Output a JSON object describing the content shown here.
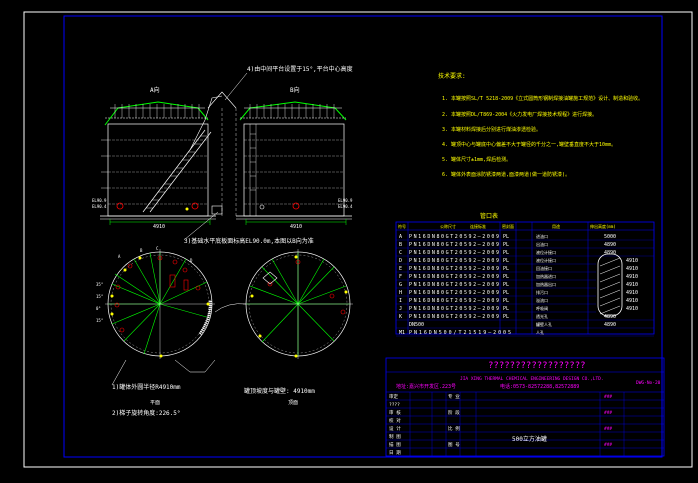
{
  "elevation_views": {
    "left_label": "A向",
    "right_label": "B向",
    "top_note": "4)由中间平台设置于15°,平台中心高度",
    "mid_note": "3)基础水平底板面标高EL90.0m,本图以B向为准",
    "dim_bottom_left": "4910",
    "dim_bottom_right": "4910"
  },
  "plan_views": {
    "left_label": "平面",
    "right_label": "顶面",
    "note1": "1)罐体外圆半径R4910mm",
    "note2": "2)梯子旋转角度:226.5°",
    "right_note": "罐顶坡度与罐壁: 4910mm"
  },
  "tech_notes": {
    "title": "技术要求:",
    "items": [
      "1. 本罐按照SL/T 5218-2009《立式圆筒形钢制焊接油罐施工规范》设计、制造和验收。",
      "2. 本罐按照DL/T869-2004《火力发电厂焊接技术规程》进行焊接。",
      "3. 本罐材料焊接后分别进行煤油渗透检验。",
      "4. 罐顶中心与罐底中心偏差不大于罐径的千分之一,罐壁垂直度不大于10mm。",
      "5. 罐体尺寸±1mm,焊后检测。",
      "6. 罐体外表面涂防锈漆两道,面漆两道(做一道防锈漆)。"
    ]
  },
  "nozzle_table": {
    "title": "管口表",
    "header": [
      "符号",
      "公称尺寸",
      "连接标准",
      "密封面",
      "用途",
      "伸出高度(mm)"
    ],
    "rows": [
      {
        "sym": "A",
        "std": "PN16DN80GT20592—2009",
        "face": "PL",
        "use": "进油口",
        "h": "5000"
      },
      {
        "sym": "B",
        "std": "PN16DN80GT20592—2009",
        "face": "PL",
        "use": "出油口",
        "h": "4890"
      },
      {
        "sym": "C",
        "std": "PN16DN80GT20592—2009",
        "face": "PL",
        "use": "液位计接口",
        "h": "4890"
      },
      {
        "sym": "D",
        "std": "PN16DN80GT20592—2009",
        "face": "PL",
        "use": "液位计接口",
        "h": "4910"
      },
      {
        "sym": "E",
        "std": "PN16DN80GT20592—2009",
        "face": "PL",
        "use": "回油接口",
        "h": "4910"
      },
      {
        "sym": "F",
        "std": "PN16DN80GT20592—2009",
        "face": "PL",
        "use": "加热器进口",
        "h": "4910"
      },
      {
        "sym": "G",
        "std": "PN16DN80GT20592—2009",
        "face": "PL",
        "use": "加热器出口",
        "h": "4910"
      },
      {
        "sym": "H",
        "std": "PN16DN80GT20592—2009",
        "face": "PL",
        "use": "排污口",
        "h": "4910"
      },
      {
        "sym": "I",
        "std": "PN16DN80GT20592—2009",
        "face": "PL",
        "use": "溢流口",
        "h": "4910"
      },
      {
        "sym": "J",
        "std": "PN16DN80GT20592—2009",
        "face": "PL",
        "use": "呼吸阀",
        "h": "4910"
      },
      {
        "sym": "K",
        "std": "PN16DN80GT20592—2009",
        "face": "PL",
        "use": "透光孔",
        "h": "4890"
      },
      {
        "sym": "",
        "std": "DN500",
        "face": "",
        "use": "罐壁人孔",
        "h": "4890"
      },
      {
        "sym": "M1",
        "std": "PN16DN500/T21519—2005",
        "face": "",
        "use": "人孔",
        "h": ""
      }
    ]
  },
  "title_block": {
    "company_cn": "??????????????????",
    "company_en": "JIA XING THERMAL CHEMICAL ENGINEERING DESIGN CO.,LTD.",
    "address": "地址:嘉兴市开发区.223号",
    "phone": "电话:0573-82572288,82572889",
    "doc_code": "DWG-No-20",
    "drawing_title": "500立方油罐",
    "left_labels": [
      "审定",
      "????",
      "审 核",
      "校 对",
      "设 计",
      "制 图",
      "描 图",
      "日 期"
    ],
    "mid_labels": [
      "专 业",
      "阶 段",
      "比 例",
      "图 号"
    ]
  },
  "colors": {
    "frame": "#0000ff",
    "structure": "#00ff00",
    "text": "#ffffff",
    "magenta": "#ff00ff",
    "cyan": "#00ffff",
    "yellow": "#ffff00",
    "red": "#ff0000"
  }
}
